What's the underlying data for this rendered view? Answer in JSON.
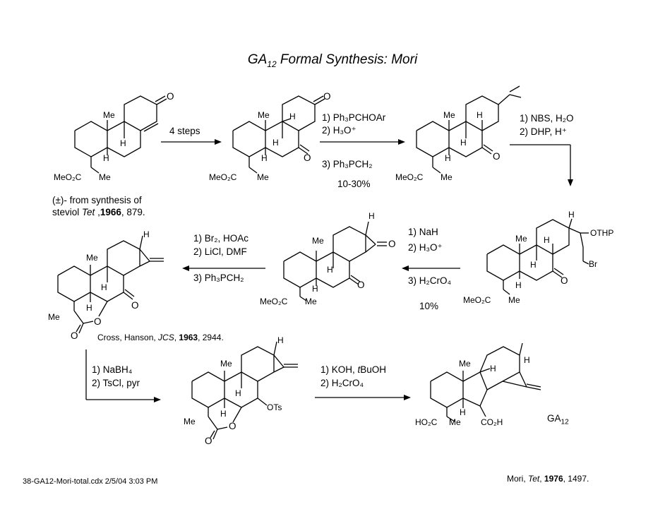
{
  "title": "GA12 Formal Synthesis: Mori",
  "title_main": "GA",
  "title_sub": "12",
  "title_rest": " Formal Synthesis: Mori",
  "atoms": {
    "me": "Me",
    "h": "H",
    "o": "O",
    "meo2c": "MeO₂C",
    "ho2c": "HO₂C",
    "co2h": "CO₂H",
    "othp": "OTHP",
    "br": "Br",
    "ots": "OTs"
  },
  "step1": {
    "reagent": "4 steps"
  },
  "source_note": {
    "line1": "(±)- from synthesis of",
    "line2_pre": "steviol ",
    "line2_journal": "Tet",
    "line2_sep": " ,",
    "line2_year": "1966",
    "line2_page": ", 879."
  },
  "step2": {
    "r1": "1)  Ph₃PCHOAr",
    "r2": "2)  H₃O⁺",
    "r3": "3)  Ph₃PCH₂",
    "yield": "10-30%"
  },
  "step3": {
    "r1": "1) NBS, H₂O",
    "r2": "2) DHP, H⁺"
  },
  "step4": {
    "r1": "1) NaH",
    "r2": "2) H₃O⁺",
    "r3": "3) H₂CrO₄",
    "yield": "10%"
  },
  "step5": {
    "r1": "1) Br₂, HOAc",
    "r2": "2) LiCl, DMF",
    "r3": "3) Ph₃PCH₂"
  },
  "ref_cross": {
    "authors": "Cross, Hanson, ",
    "journal": "JCS",
    "sep": ", ",
    "year": "1963",
    "page": ", 2944."
  },
  "step6": {
    "r1": "1) NaBH₄",
    "r2": "2) TsCl, pyr"
  },
  "step7": {
    "r1_pre": "1) KOH, ",
    "r1_it": "t",
    "r1_post": "BuOH",
    "r2": "2)  H₂CrO₄"
  },
  "product_label": {
    "main": "GA",
    "sub": "12"
  },
  "footer": {
    "file": "38-GA12-Mori-total.cdx  2/5/04  3:03 PM"
  },
  "ref_mori": {
    "pre": "Mori, ",
    "journal": "Tet",
    "sep": ", ",
    "year": "1976",
    "page": ", 1497."
  }
}
